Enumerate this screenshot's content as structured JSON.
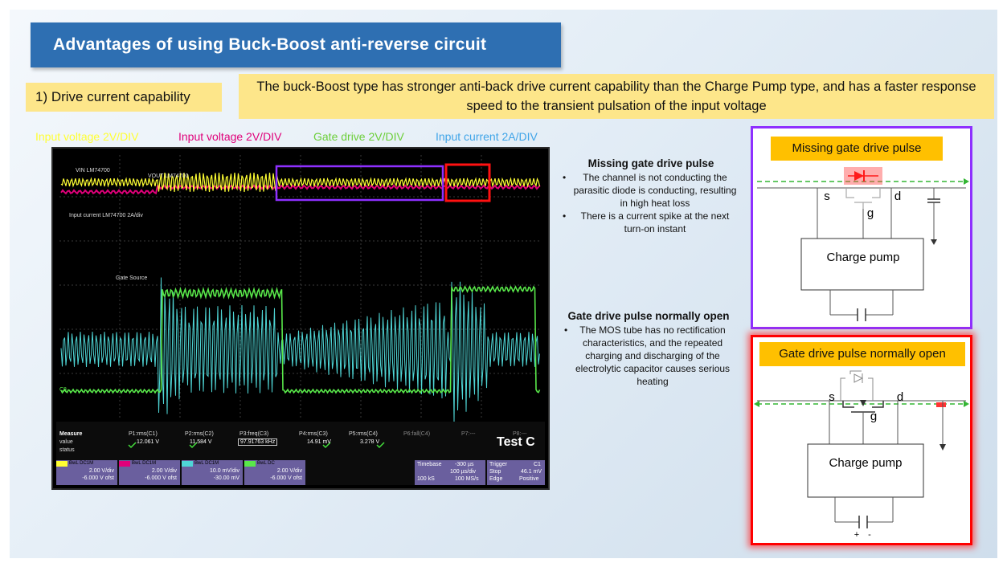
{
  "title": "Advantages of using Buck-Boost anti-reverse circuit",
  "drive_label": "1) Drive current capability",
  "description": "The buck-Boost type has stronger anti-back drive current capability than the Charge Pump type, and has a faster response speed to the transient pulsation of the input voltage",
  "legend": [
    {
      "text": "Input voltage 2V/DIV",
      "color": "#ffff33"
    },
    {
      "text": "Input voltage 2V/DIV",
      "color": "#e0007a"
    },
    {
      "text": "Gate drive 2V/DIV",
      "color": "#6ccf3a"
    },
    {
      "text": "Input current 2A/DIV",
      "color": "#3fa4e8"
    }
  ],
  "scope": {
    "label_vin": "VIN LM74700",
    "label_vout": "VOUT LM74700",
    "label_current": "Input current LM74700 2A/div",
    "label_gate": "Gate Source",
    "label_c8": "C8",
    "test_label": "Test C",
    "measure_header": "Measure",
    "value_label": "value",
    "status_label": "status",
    "measure_cols": [
      "P1:rms(C1)",
      "P2:rms(C2)",
      "P3:freq(C3)",
      "P4:rms(C3)",
      "P5:rms(C4)",
      "P6:fall(C4)",
      "P7:---",
      "P8:---"
    ],
    "measure_vals": [
      "12.061 V",
      "11.584 V",
      "97.91763 kHz",
      "14.91 mV",
      "3.278 V",
      "",
      "",
      ""
    ],
    "channels": [
      {
        "name": "C1",
        "tags": "BwL DC1M",
        "scale": "2.00 V/div",
        "offset": "-6.000 V ofst"
      },
      {
        "name": "C2",
        "tags": "BwL DC1M",
        "scale": "2.00 V/div",
        "offset": "-6.000 V ofst"
      },
      {
        "name": "C3",
        "tags": "BwL DC1M",
        "scale": "10.0 mV/div",
        "offset": "-30.00 mV"
      },
      {
        "name": "C4",
        "tags": "BwL DC",
        "scale": "2.00 V/div",
        "offset": "-6.000 V ofst"
      }
    ],
    "timebase": {
      "label": "Timebase",
      "value": "-300 µs",
      "rate": "100 µs/div",
      "samples": "100 kS",
      "srate": "100 MS/s"
    },
    "trigger": {
      "label": "Trigger",
      "ch": "C1",
      "mode": "Stop",
      "level": "46.1 mV",
      "type": "Edge",
      "slope": "Positive"
    }
  },
  "notes": {
    "missing": {
      "title": "Missing gate drive pulse",
      "items": [
        "The channel is not conducting the parasitic diode is conducting, resulting in high heat loss",
        "There is a current spike at the next turn-on instant"
      ]
    },
    "open": {
      "title": "Gate drive pulse normally open",
      "items": [
        "The MOS tube has no rectification characteristics, and the repeated charging and discharging of the electrolytic capacitor causes serious heating"
      ]
    }
  },
  "diagram_missing": {
    "title": "Missing gate drive pulse",
    "pump": "Charge pump",
    "s": "s",
    "d": "d",
    "g": "g"
  },
  "diagram_open": {
    "title": "Gate drive pulse normally open",
    "pump": "Charge pump",
    "s": "s",
    "d": "d",
    "g": "g",
    "plus": "+",
    "minus": "-"
  }
}
